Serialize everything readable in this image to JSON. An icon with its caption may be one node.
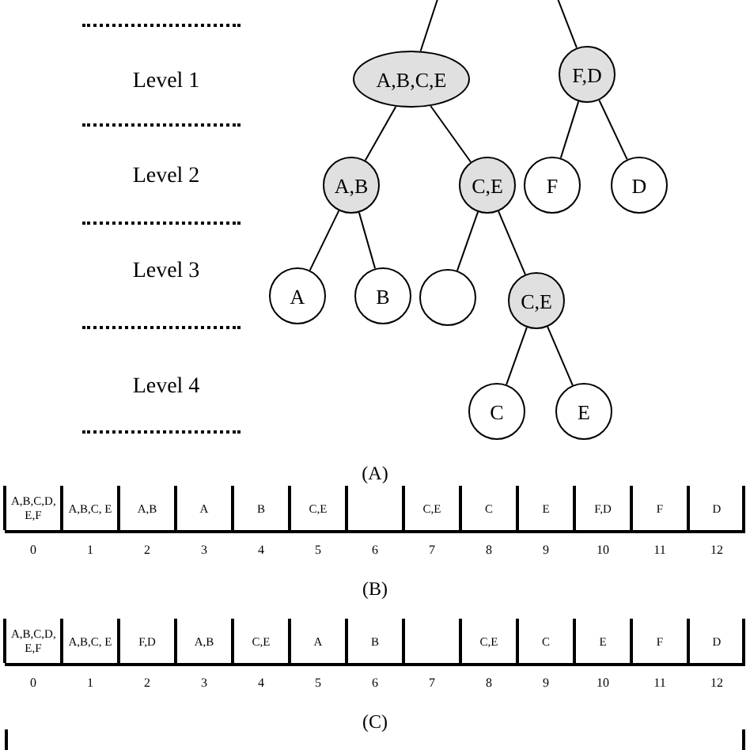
{
  "diagram": {
    "nodes": [
      {
        "text": [
          "A,B,C,E"
        ]
      },
      {
        "text": [
          "F,D"
        ]
      },
      {
        "text": [
          "A,B"
        ]
      },
      {
        "text": [
          "C,E"
        ]
      },
      {
        "text": [
          "F"
        ]
      },
      {
        "text": [
          "D"
        ]
      },
      {
        "text": [
          "A"
        ]
      },
      {
        "text": [
          "B"
        ]
      },
      {
        "text": [],
        "shape": "circle"
      },
      {
        "text": [
          "C,E"
        ]
      },
      {
        "text": [
          "C"
        ]
      },
      {
        "text": [
          "E"
        ]
      }
    ],
    "edges": [
      {
        "from": null,
        "to": 0,
        "arrow": "none"
      },
      {
        "from": null,
        "to": 1,
        "arrow": "none"
      },
      {
        "from": 0,
        "to": 2,
        "arrow": "none"
      },
      {
        "from": 0,
        "to": 3,
        "arrow": "none"
      },
      {
        "from": 1,
        "to": 4,
        "arrow": "none"
      },
      {
        "from": 1,
        "to": 5,
        "arrow": "none"
      },
      {
        "from": 2,
        "to": 6,
        "arrow": "none"
      },
      {
        "from": 2,
        "to": 7,
        "arrow": "none"
      },
      {
        "from": 3,
        "to": 8,
        "arrow": "none"
      },
      {
        "from": 3,
        "to": 9,
        "arrow": "none"
      },
      {
        "from": 9,
        "to": 10,
        "arrow": "none"
      },
      {
        "from": 9,
        "to": 11,
        "arrow": "none"
      }
    ],
    "labels": [
      "Level 1",
      "Level 2",
      "Level 3",
      "Level 4",
      "(A)",
      "A,B,C,D, E,F",
      "A,B,C, E",
      "A,B",
      "A",
      "B",
      "C,E",
      "C,E",
      "C",
      "E",
      "F,D",
      "F",
      "D",
      "0",
      "1",
      "2",
      "3",
      "4",
      "5",
      "6",
      "7",
      "8",
      "9",
      "10",
      "11",
      "12",
      "(B)",
      "A,B,C,D, E,F",
      "A,B,C, E",
      "F,D",
      "A,B",
      "C,E",
      "A",
      "B",
      "C,E",
      "C",
      "E",
      "F",
      "D",
      "0",
      "1",
      "2",
      "3",
      "4",
      "5",
      "6",
      "7",
      "8",
      "9",
      "10",
      "11",
      "12",
      "(C)"
    ]
  }
}
